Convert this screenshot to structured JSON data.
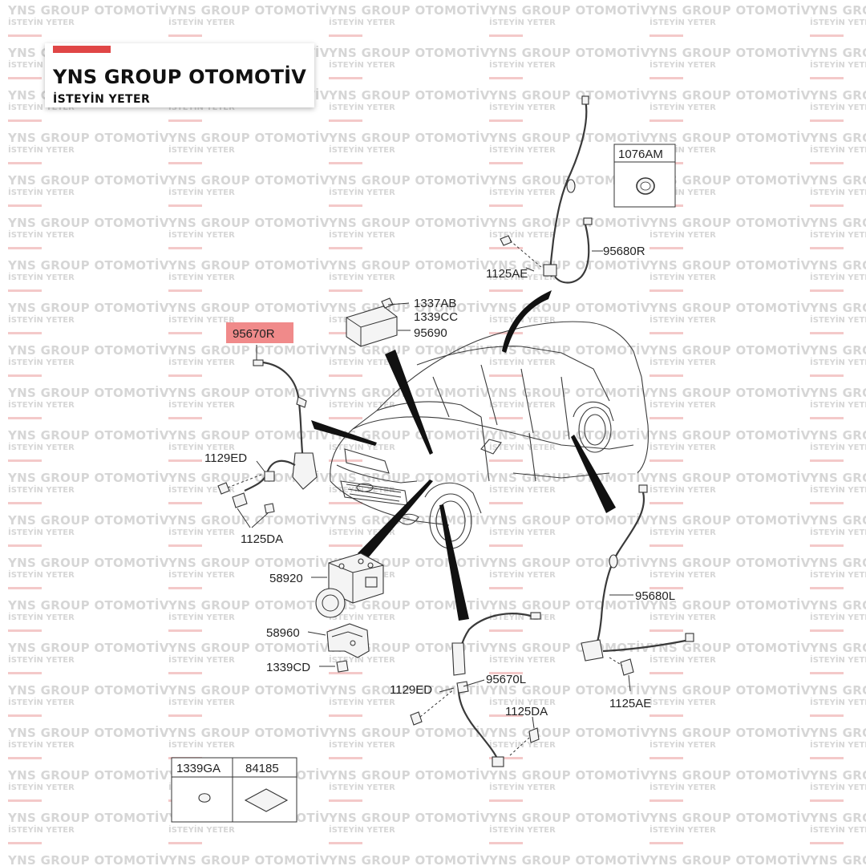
{
  "watermark": {
    "line1": "YNS GROUP OTOMOTİV",
    "line2": "İSTEYİN YETER"
  },
  "logo": {
    "title": "YNS GROUP OTOMOTİV",
    "subtitle": "İSTEYİN YETER",
    "accent_color": "#e04646"
  },
  "diagram": {
    "highlight_color": "#f08a8a",
    "labels": {
      "p1076AM": "1076AM",
      "p95680R": "95680R",
      "p1125AE_top": "1125AE",
      "p1337AB": "1337AB",
      "p1339CC": "1339CC",
      "p95690": "95690",
      "p95670R": "95670R",
      "p1129ED_left": "1129ED",
      "p1125DA_left": "1125DA",
      "p58920": "58920",
      "p58960": "58960",
      "p1339CD": "1339CD",
      "p95680L": "95680L",
      "p1125AE_bottom": "1125AE",
      "p95670L": "95670L",
      "p1129ED_bottom": "1129ED",
      "p1125DA_bottom": "1125DA",
      "p1339GA": "1339GA",
      "p84185": "84185"
    }
  }
}
